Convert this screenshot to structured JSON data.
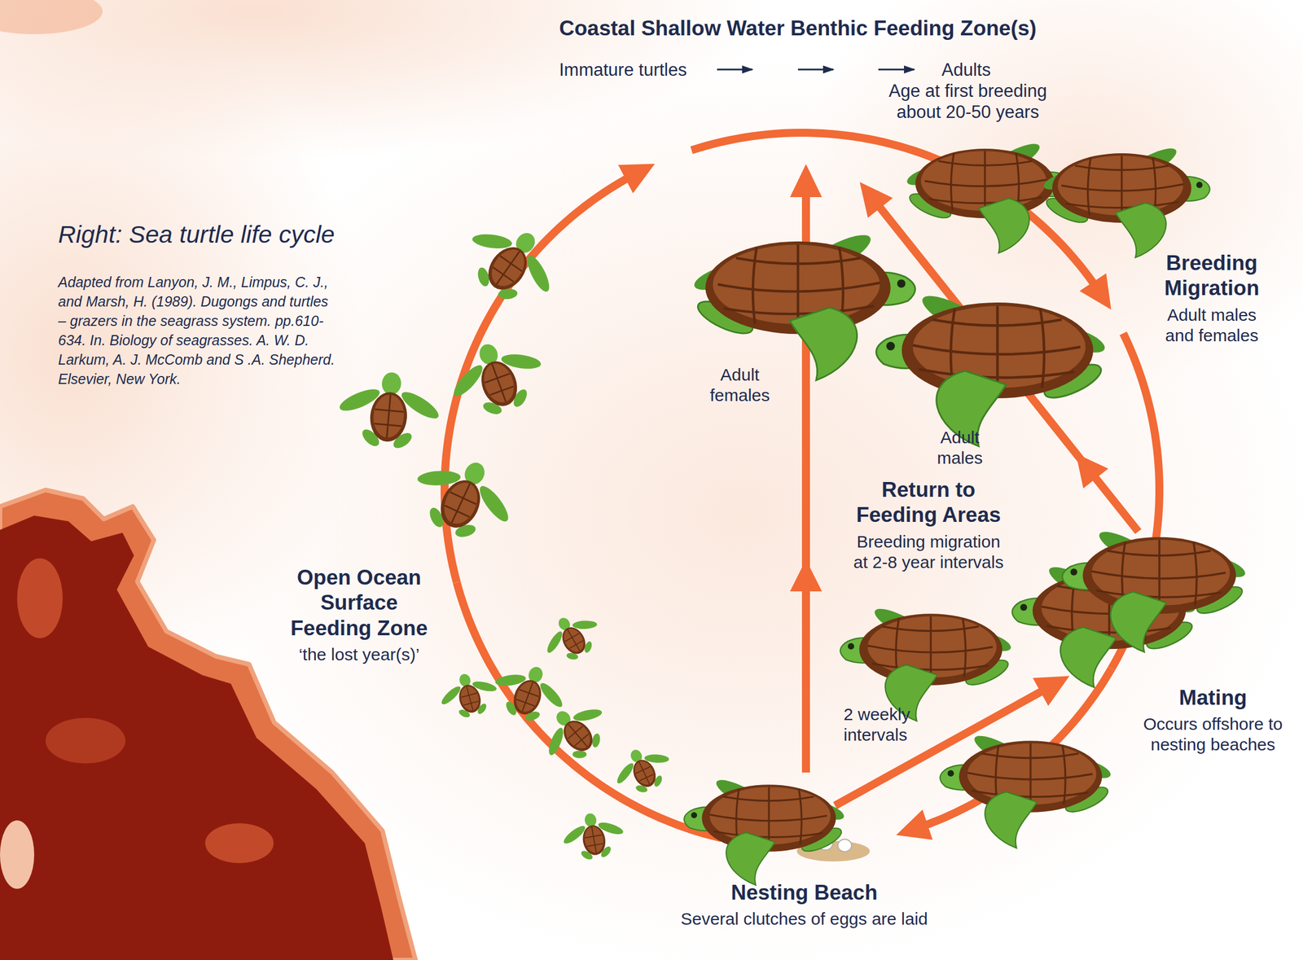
{
  "diagram": {
    "caption": "Right: Sea turtle life cycle",
    "nodes": [
      {
        "text": [
          "Coastal Shallow Water Benthic Feeding Zone(s)",
          "Immature turtles",
          "Adults",
          "Age at first breeding about 20-50 years"
        ]
      },
      {
        "text": [
          "Breeding Migration",
          "Adult males and females"
        ]
      },
      {
        "text": [
          "Open Ocean Surface Feeding Zone",
          "‘the lost year(s)’"
        ]
      },
      {
        "text": [
          "Return to Feeding Areas",
          "Breeding migration at 2-8 year intervals"
        ]
      },
      {
        "text": [
          "Mating",
          "Occurs offshore to nesting beaches"
        ]
      },
      {
        "text": [
          "Nesting Beach",
          "Several clutches of eggs are laid"
        ]
      }
    ],
    "edges": [
      {
        "from": 5,
        "to": 2,
        "arrow": "none"
      },
      {
        "from": 2,
        "to": 0,
        "arrow": "to"
      },
      {
        "from": 0,
        "to": 1,
        "arrow": "to"
      },
      {
        "from": 1,
        "to": 4,
        "arrow": "none"
      },
      {
        "from": 4,
        "to": 5,
        "arrow": "to"
      },
      {
        "from": 5,
        "to": 0,
        "arrow": "to"
      },
      {
        "from": 5,
        "to": 4,
        "arrow": "to"
      },
      {
        "from": 4,
        "to": 0,
        "arrow": "to"
      }
    ],
    "labels": [
      "Adapted from Lanyon, J. M., Limpus, C. J., and Marsh, H. (1989). Dugongs and turtles – grazers in the seagrass system. pp.610-634. In. Biology of seagrasses. A. W. D. Larkum, A. J. McComb and S .A. Shepherd. Elsevier, New York.",
      "Adult females",
      "Adult males",
      "2 weekly intervals"
    ]
  }
}
